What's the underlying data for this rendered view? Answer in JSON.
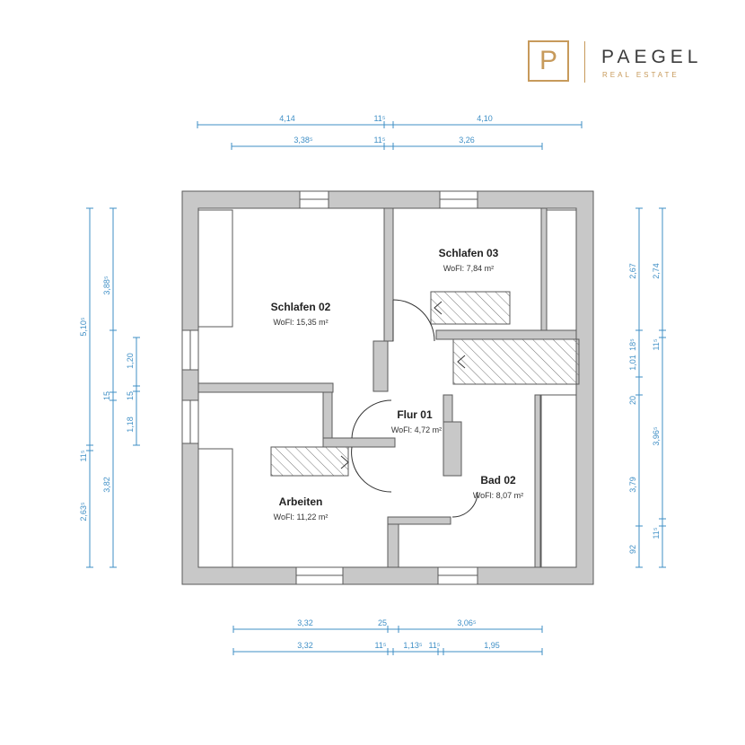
{
  "brand": {
    "name": "PAEGEL",
    "tagline": "REAL ESTATE",
    "logo_letter": "P",
    "color": "#c79a5b"
  },
  "colors": {
    "wall": "#c8c8c8",
    "wall_stroke": "#5a5a5a",
    "dimension": "#3f8fc6"
  },
  "rooms": [
    {
      "id": "schlafen-02",
      "name": "Schlafen 02",
      "area": "WoFl: 15,35 m²"
    },
    {
      "id": "schlafen-03",
      "name": "Schlafen 03",
      "area": "WoFl: 7,84 m²"
    },
    {
      "id": "flur-01",
      "name": "Flur 01",
      "area": "WoFl: 4,72 m²"
    },
    {
      "id": "bad-02",
      "name": "Bad 02",
      "area": "WoFl: 8,07 m²"
    },
    {
      "id": "arbeiten",
      "name": "Arbeiten",
      "area": "WoFl: 11,22 m²"
    }
  ],
  "dimensions": {
    "top_outer": [
      "4,14",
      "11⁵",
      "4,10"
    ],
    "top_inner": [
      "3,38⁵",
      "11⁵",
      "3,26"
    ],
    "bottom_inner": [
      "3,32",
      "25",
      "3,06⁵"
    ],
    "bottom_outer": [
      "3,32",
      "11⁵",
      "1,13⁵",
      "11⁵",
      "1,95"
    ],
    "left_outer": [
      "5,10⁵",
      "11⁵",
      "2,63⁵"
    ],
    "left_inner": [
      "3,88⁵",
      "1,20",
      "15",
      "15",
      "1,18",
      "3,82"
    ],
    "right_inner": [
      "2,67",
      "1,01",
      "18⁵",
      "20",
      "3,79",
      "92"
    ],
    "right_outer": [
      "2,74",
      "11⁵",
      "3,96⁵",
      "11⁵"
    ]
  }
}
